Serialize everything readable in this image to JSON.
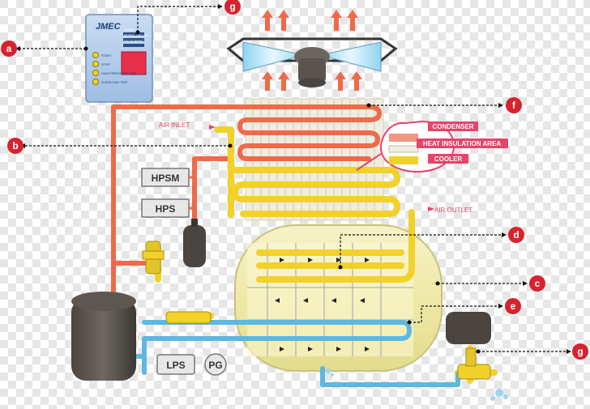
{
  "panel": {
    "brand": "JMEC",
    "status_lines": [
      "POWER",
      "REFRIG. UNIT ON",
      "FAN RUNNING"
    ],
    "buttons": [
      "START",
      "STOP",
      "HIGH PRESSURE TRIP",
      "OVERLOAD TRIP"
    ]
  },
  "components": {
    "hpsm": "HPSM",
    "hps": "HPS",
    "lps": "LPS",
    "pg": "PG"
  },
  "labels": {
    "air_inlet": "AIR INLET",
    "air_outlet": "AIR OUTLET"
  },
  "legend": {
    "condenser": "CONDENSER",
    "heat_insulation": "HEAT INSULATION AREA",
    "cooler": "COOLER"
  },
  "callouts": {
    "a": "a",
    "b": "b",
    "c": "c",
    "d": "d",
    "e": "e",
    "f": "f",
    "g_top": "g",
    "g_bottom": "g"
  },
  "colors": {
    "refrigerant_hot": "#EE6A4A",
    "air_yellow": "#F2D12B",
    "refrigerant_cold": "#5DB8E0",
    "callout_red": "#D7232E",
    "label_pink": "#E8436A"
  }
}
